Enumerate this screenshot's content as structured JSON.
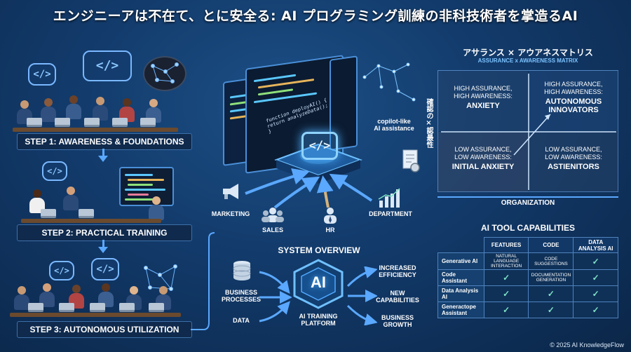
{
  "title": "エンジニーアは不在て、とに安全る: AI プログラミング訓練の非科技術者を掌造るAI",
  "steps": [
    {
      "label": "STEP 1: AWARENESS & FOUNDATIONS"
    },
    {
      "label": "STEP 2: PRACTICAL TRAINING"
    },
    {
      "label": "STEP 3: AUTONOMOUS UTILIZATION"
    }
  ],
  "bubble_code": "</>",
  "center": {
    "code_text": "function deployAI() {\nreturn analyzeData();\n}",
    "copilot_label": "copilot-like\nAI assistance",
    "inputs": [
      "MARKETING",
      "SALES",
      "HR",
      "DEPARTMENT"
    ]
  },
  "system": {
    "title": "SYSTEM OVERVIEW",
    "inputs": [
      "BUSINESS\nPROCESSES",
      "DATA"
    ],
    "core": "AI",
    "platform": "AI TRAINING\nPLATFORM",
    "outputs": [
      "INCREASED\nEFFICIENCY",
      "NEW\nCAPABILITIES",
      "BUSINESS\nGROWTH"
    ]
  },
  "matrix": {
    "title": "アサランス × アウアネスマトリス",
    "subtitle": "ASSURANCE x AWARENESS MATRIX",
    "y_label": "確認の×認最性",
    "x_label": "ORGANIZATION",
    "quadrants": [
      {
        "sub": "HIGH ASSURANCE,\nHIGH AWARENESS:",
        "main": "ANXIETY"
      },
      {
        "sub": "HIGH ASSURANCE,\nHIGH AWARENESS:",
        "main": "AUTONOMOUS\nINNOVATORS"
      },
      {
        "sub": "LOW ASSURANCE,\nLOW AWARENESS:",
        "main": "INITIAL ANXIETY"
      },
      {
        "sub": "LOW ASSURANCE,\nLOW AWARENESS:",
        "main": "ASTIENITORS"
      }
    ]
  },
  "capabilities": {
    "title": "AI TOOL CAPABILITIES",
    "columns": [
      "FEATURES",
      "CODE",
      "DATA\nANALYSIS AI"
    ],
    "rows": [
      {
        "name": "Generative AI",
        "cells": [
          "NATURAL\nLANGUAGE\nINTERACTION",
          "CODE\nSUGGESTIONS",
          "✓"
        ]
      },
      {
        "name": "Code Assistant",
        "cells": [
          "✓",
          "DOCUMENTATION\nGENERATION",
          "✓"
        ]
      },
      {
        "name": "Data Analysis AI",
        "cells": [
          "✓",
          "✓",
          "✓"
        ]
      },
      {
        "name": "Generactope\nAssistant",
        "cells": [
          "✓",
          "✓",
          "✓"
        ]
      }
    ]
  },
  "footer": "© 2025 AI KnowledgeFlow",
  "colors": {
    "accent": "#5aa8ff",
    "background": "#123a6a",
    "check": "#7fe3c4"
  }
}
